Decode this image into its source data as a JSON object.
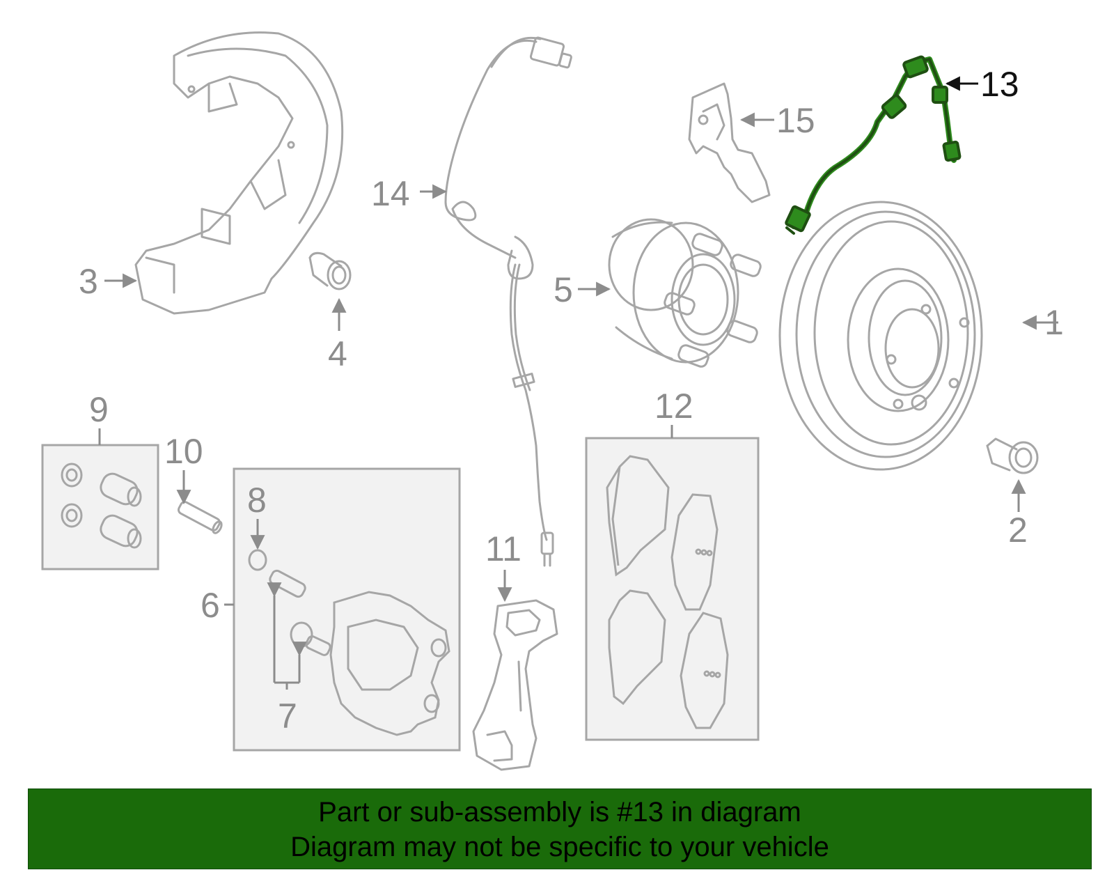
{
  "colors": {
    "part_stroke": "#a6a6a6",
    "highlight": "#2e8b1d",
    "box_fill": "#f2f2f2",
    "banner_bg": "#1a6b0a"
  },
  "callouts": {
    "c1": "1",
    "c2": "2",
    "c3": "3",
    "c4": "4",
    "c5": "5",
    "c6": "6",
    "c7": "7",
    "c8": "8",
    "c9": "9",
    "c10": "10",
    "c11": "11",
    "c12": "12",
    "c13": "13",
    "c14": "14",
    "c15": "15"
  },
  "highlighted_part": "13",
  "banner": {
    "line1": "Part or sub-assembly is #13 in diagram",
    "line2": "Diagram may not be specific to your vehicle"
  }
}
